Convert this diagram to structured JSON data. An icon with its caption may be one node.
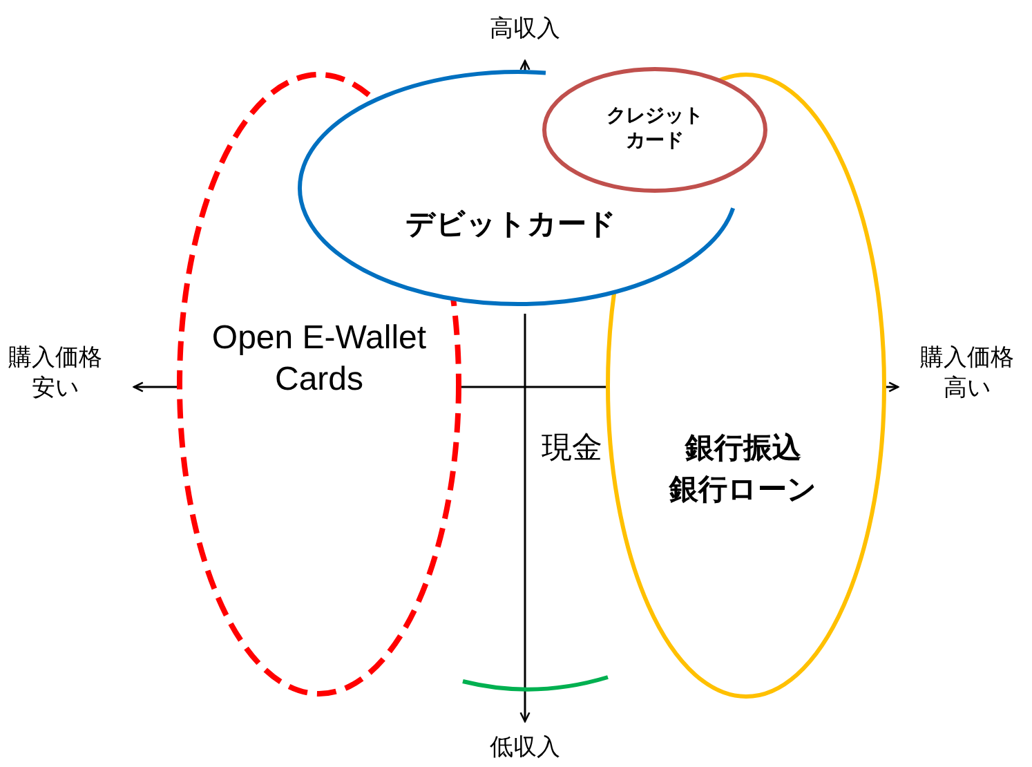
{
  "diagram": {
    "nodes": [
      {
        "text": [
          "Open E-Wallet Cards"
        ]
      },
      {
        "text": [
          "デビットカード"
        ]
      },
      {
        "text": [
          "クレジットカード"
        ]
      },
      {
        "text": [
          "銀行振込",
          "銀行ローン"
        ]
      },
      {
        "text": [
          "現金"
        ]
      }
    ],
    "labels": [
      "高収入",
      "購入価格安い",
      "購入価格高い",
      "低収入"
    ]
  }
}
